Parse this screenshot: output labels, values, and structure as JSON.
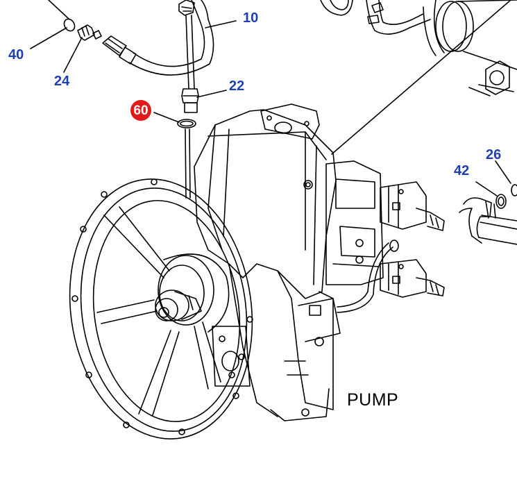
{
  "diagram": {
    "caption": "PUMP",
    "part_numbers": [
      {
        "id": "p10",
        "label": "10"
      },
      {
        "id": "p40",
        "label": "40"
      },
      {
        "id": "p24",
        "label": "24"
      },
      {
        "id": "p22",
        "label": "22"
      },
      {
        "id": "p60",
        "label": "60",
        "highlighted": true
      },
      {
        "id": "p26",
        "label": "26"
      },
      {
        "id": "p42",
        "label": "42"
      }
    ],
    "colors": {
      "callout": "#1f3fae",
      "highlight": "#e01a1a",
      "line": "#000000"
    }
  }
}
